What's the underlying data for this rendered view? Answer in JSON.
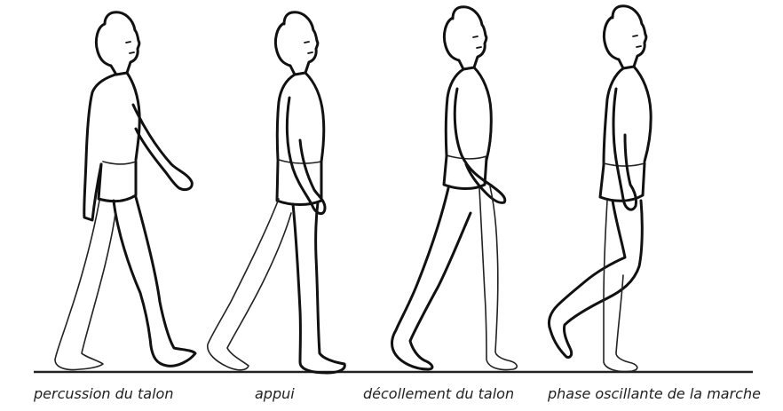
{
  "figures": [
    {
      "id": "heel-strike",
      "caption": "percussion du talon"
    },
    {
      "id": "stance",
      "caption": "appui"
    },
    {
      "id": "heel-off",
      "caption": "décollement du talon"
    },
    {
      "id": "swing",
      "caption": "phase oscillante de la marche"
    }
  ],
  "colors": {
    "ink": "#111111",
    "background": "#ffffff"
  }
}
